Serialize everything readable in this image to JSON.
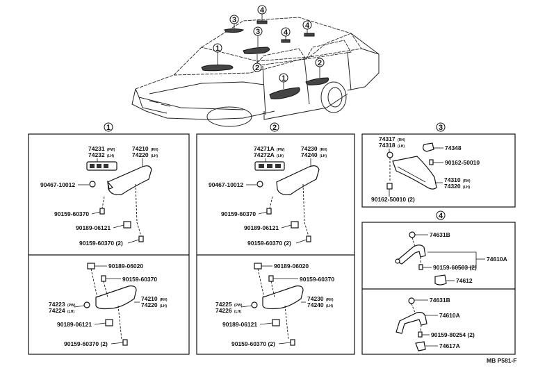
{
  "callouts": {
    "c1": "1",
    "c2": "2",
    "c3": "3",
    "c4": "4"
  },
  "g1": {
    "l74231": "74231",
    "l74231s": "(PW)",
    "l74232": "74232",
    "l74232s": "(LH)",
    "l74210": "74210",
    "l74210s": "(RH)",
    "l74220": "74220",
    "l74220s": "(LH)",
    "l90467": "90467-10012",
    "l90159a": "90159-60370",
    "l90189a": "90189-06121",
    "l90159b": "90159-60370 (2)",
    "l90189b": "90189-06020",
    "l90159c": "90159-60370",
    "l74223": "74223",
    "l74223s": "(PW)",
    "l74224": "74224",
    "l74224s": "(LH)",
    "l74210b": "74210",
    "l74210bs": "(RH)",
    "l74220b": "74220",
    "l74220bs": "(LH)",
    "l90189c": "90189-06121",
    "l90159d": "90159-60370 (2)"
  },
  "g2": {
    "l74271": "74271A",
    "l74271s": "(PW)",
    "l74272": "74272A",
    "l74272s": "(LH)",
    "l74230": "74230",
    "l74230s": "(RH)",
    "l74240": "74240",
    "l74240s": "(LH)",
    "l90467": "90467-10012",
    "l90159a": "90159-60370",
    "l90189a": "90189-06121",
    "l90159b": "90159-60370 (2)",
    "l90189b": "90189-06020",
    "l90159c": "90159-60370",
    "l74225": "74225",
    "l74225s": "(PW)",
    "l74226": "74226",
    "l74226s": "(LH)",
    "l74230b": "74230",
    "l74230bs": "(RH)",
    "l74240b": "74240",
    "l74240bs": "(LH)",
    "l90189c": "90189-06121",
    "l90159d": "90159-60370 (2)"
  },
  "g3": {
    "l74317": "74317",
    "l74317s": "(RH)",
    "l74318": "74318",
    "l74318s": "(LH)",
    "l74348": "74348",
    "l90162a": "90162-50010",
    "l74310": "74310",
    "l74310s": "(RH)",
    "l74320": "74320",
    "l74320s": "(LH)",
    "l90162b": "90162-50010 (2)"
  },
  "g4": {
    "l74631a": "74631B",
    "l74610a": "74610A",
    "l90159a": "90159-60503 (2)",
    "l74612": "74612",
    "l74631b": "74631B",
    "l74610b": "74610A",
    "l90159b": "90159-80254 (2)",
    "l74617": "74617A"
  },
  "footer": {
    "ref": "MB P581-F"
  }
}
